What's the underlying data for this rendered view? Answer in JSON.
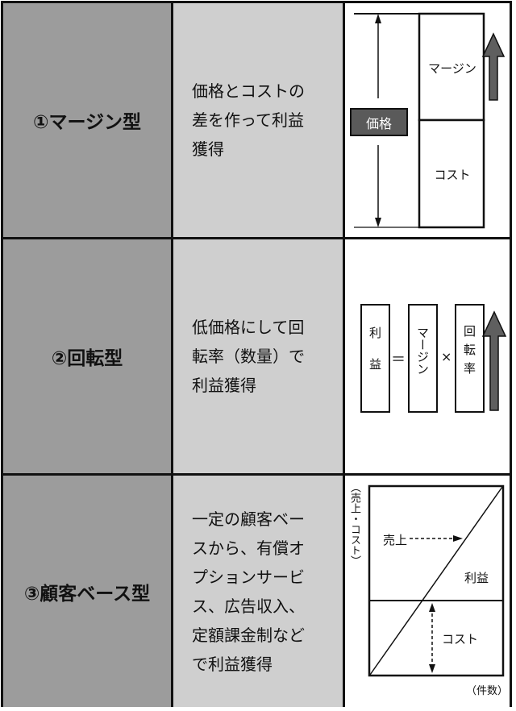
{
  "rows": [
    {
      "type_label": "①マージン型",
      "description": "価格とコストの\n差を作って利益\n獲得",
      "diagram": {
        "price_label": "価格",
        "upper_box_label": "マージン",
        "lower_box_label": "コスト",
        "arrow": "up-arrow"
      }
    },
    {
      "type_label": "②回転型",
      "description": "低価格にして回\n転率（数量）で\n利益獲得",
      "diagram": {
        "box1_label": "利益",
        "equals": "＝",
        "box2_label": "マージン",
        "times": "×",
        "box3_label": "回転率",
        "arrow": "up-arrow"
      }
    },
    {
      "type_label": "③顧客ベース型",
      "description": "一定の顧客ベー\nスから、有償オ\nプションサービ\nス、広告収入、\n定額課金制など\nで利益獲得",
      "diagram": {
        "y_axis_label": "（売上・コスト）",
        "x_axis_label": "（件数）",
        "sales_label": "売上",
        "profit_label": "利益",
        "cost_label": "コスト"
      }
    }
  ],
  "colors": {
    "type_cell_bg": "#9c9c9c",
    "desc_cell_bg": "#cfcfcf",
    "diagram_bg": "#ffffff",
    "arrow_fill": "#5f5f5f",
    "price_tag_bg": "#5a5a5a",
    "border": "#111111"
  }
}
